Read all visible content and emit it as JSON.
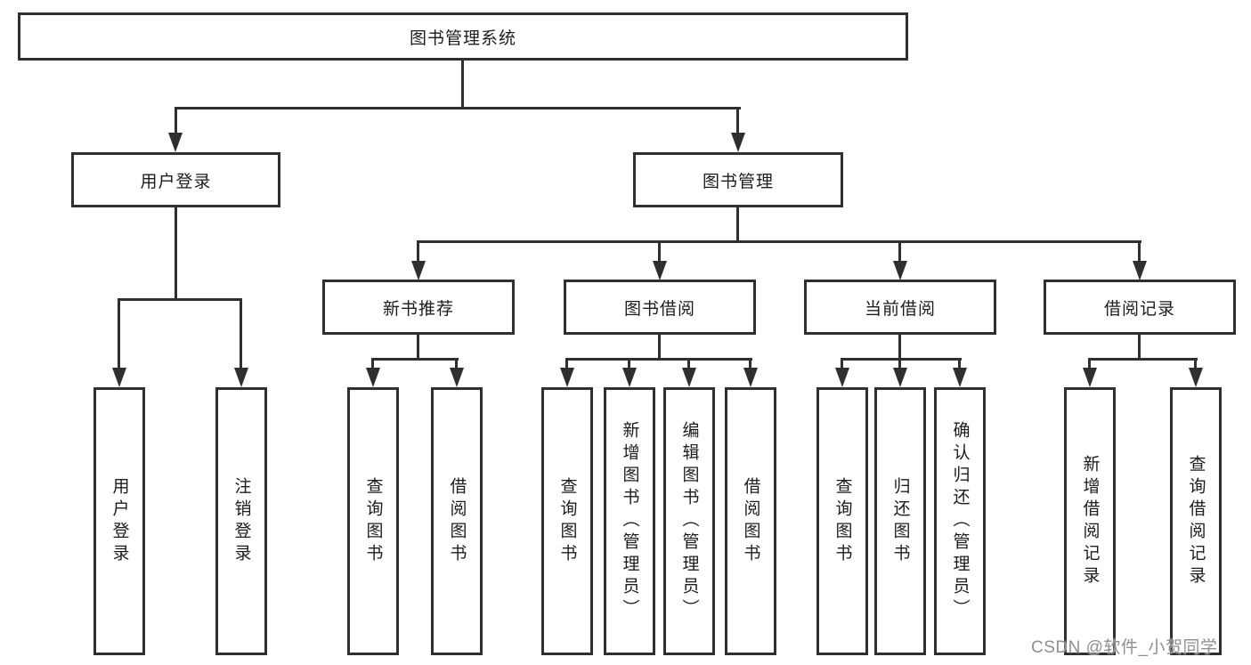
{
  "colors": {
    "line": "#2f2f2f",
    "box_border": "#2f2f2f",
    "box_background": "#ffffff",
    "text": "#1c1c1c",
    "watermark": "#8f8f8f"
  },
  "root": {
    "label": "图书管理系统"
  },
  "level2": [
    {
      "label": "用户登录"
    },
    {
      "label": "图书管理"
    }
  ],
  "level3": [
    {
      "label": "新书推荐",
      "parent": "图书管理"
    },
    {
      "label": "图书借阅",
      "parent": "图书管理"
    },
    {
      "label": "当前借阅",
      "parent": "图书管理"
    },
    {
      "label": "借阅记录",
      "parent": "图书管理"
    }
  ],
  "leaves": [
    {
      "label": "用户登录",
      "parent": "用户登录"
    },
    {
      "label": "注销登录",
      "parent": "用户登录"
    },
    {
      "label": "查询图书",
      "parent": "新书推荐"
    },
    {
      "label": "借阅图书",
      "parent": "新书推荐"
    },
    {
      "label": "查询图书",
      "parent": "图书借阅"
    },
    {
      "label": "新增图书（管理员）",
      "parent": "图书借阅"
    },
    {
      "label": "编辑图书（管理员）",
      "parent": "图书借阅"
    },
    {
      "label": "借阅图书",
      "parent": "图书借阅"
    },
    {
      "label": "查询图书",
      "parent": "当前借阅"
    },
    {
      "label": "归还图书",
      "parent": "当前借阅"
    },
    {
      "label": "确认归还（管理员）",
      "parent": "当前借阅"
    },
    {
      "label": "新增借阅记录",
      "parent": "借阅记录"
    },
    {
      "label": "查询借阅记录",
      "parent": "借阅记录"
    }
  ],
  "watermark": "CSDN @软件_小贺同学"
}
